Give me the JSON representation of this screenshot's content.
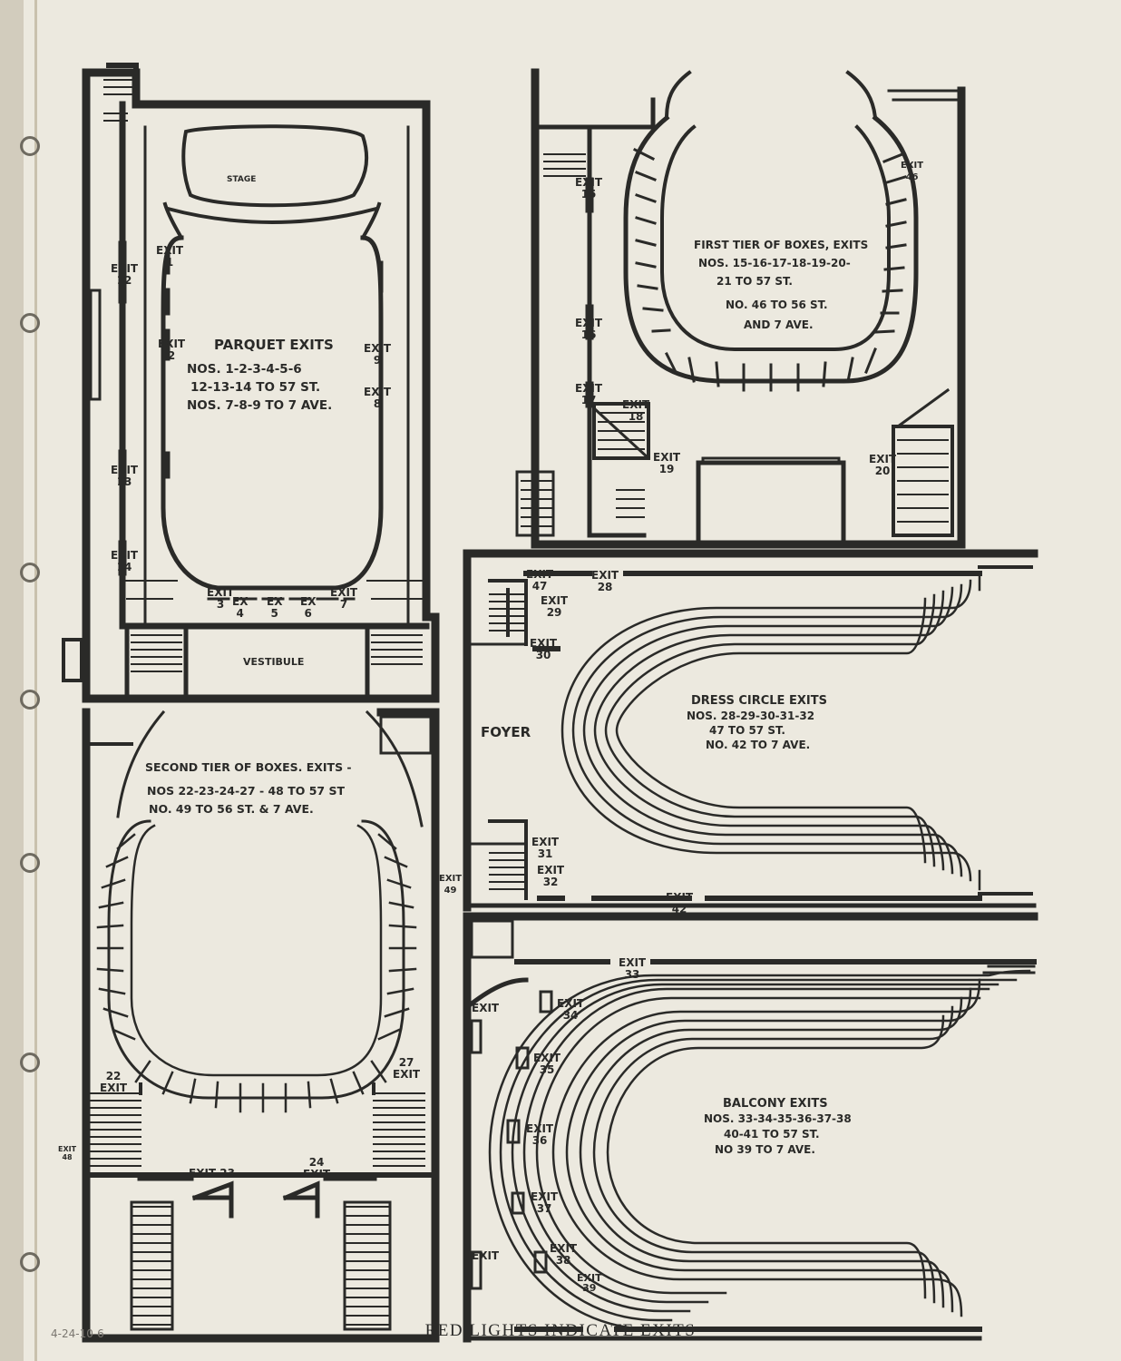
{
  "parquet": {
    "stage_label": "STAGE",
    "vestibule_label": "VESTIBULE",
    "title": "PARQUET EXITS",
    "lines": [
      "NOS. 1-2-3-4-5-6",
      "12-13-14 TO 57 ST.",
      "NOS. 7-8-9 TO 7 AVE."
    ],
    "exits": {
      "e1": "EXIT\n1",
      "e2": "EXIT\n2",
      "e12": "EXIT\n12",
      "e13": "EXIT\n13",
      "e14": "EXIT\n14",
      "e9": "EXIT\n9",
      "e8": "EXIT\n8",
      "e3": "EXIT\n3",
      "e4": "EX\n4",
      "e5": "EX\n5",
      "e6": "EX\n6",
      "e7": "EXIT\n7"
    }
  },
  "first_tier": {
    "title": "FIRST TIER OF BOXES, EXITS",
    "lines": [
      "NOS. 15-16-17-18-19-20-",
      "21 TO 57 ST.",
      "NO. 46 TO 56 ST.",
      "AND 7 AVE."
    ],
    "exits": {
      "e15": "EXIT\n15",
      "e16": "EXIT\n16",
      "e17": "EXIT\n17",
      "e18": "EXIT\n18",
      "e19": "EXIT\n19",
      "e20": "EXIT\n20",
      "e46": "EXIT\n46"
    }
  },
  "dress_circle": {
    "title": "DRESS CIRCLE EXITS",
    "lines": [
      "NOS. 28-29-30-31-32",
      "47 TO 57 ST.",
      "NO. 42 TO 7 AVE."
    ],
    "foyer_label": "FOYER",
    "exits": {
      "e47": "EXIT\n47",
      "e28": "EXIT\n28",
      "e29": "EXIT\n29",
      "e30": "EXIT\n30",
      "e31": "EXIT\n31",
      "e32": "EXIT\n32",
      "e42": "EXIT\n42"
    }
  },
  "second_tier": {
    "title": "SECOND TIER OF BOXES. EXITS -",
    "lines": [
      "NOS 22-23-24-27 - 48 TO 57 ST",
      "NO. 49 TO 56 ST. & 7 AVE."
    ],
    "exits": {
      "e22": "22\nEXIT",
      "e27": "27\nEXIT",
      "e23": "EXIT 23",
      "e24": "24\nEXIT",
      "e49": "EXIT\n49",
      "e48": "EXIT\n48"
    }
  },
  "balcony": {
    "title": "BALCONY EXITS",
    "lines": [
      "NOS. 33-34-35-36-37-38",
      "40-41 TO 57 ST.",
      "NO 39 TO 7 AVE."
    ],
    "exits": {
      "e33": "EXIT\n33",
      "e40": "EXIT",
      "e34": "EXIT\n34",
      "e35": "EXIT\n35",
      "e36": "EXIT\n36",
      "e37": "EXIT\n37",
      "e38": "EXIT\n38",
      "e39": "EXIT\n39",
      "e41": "EXIT"
    }
  },
  "footer_caption": "RED LIGHTS INDICATE EXITS",
  "date_note": "4-24-10-6",
  "colors": {
    "ink": "#2a2a28",
    "paper": "#ece9df"
  }
}
